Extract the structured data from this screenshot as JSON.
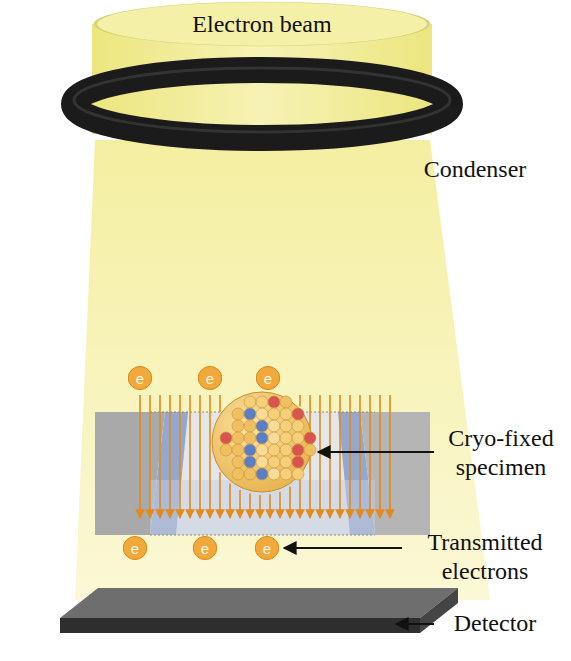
{
  "diagram": {
    "nodes": [
      {
        "text": [
          "Electron beam"
        ]
      },
      {
        "text": [
          "e"
        ]
      },
      {
        "text": [
          "e"
        ]
      },
      {
        "text": [
          "e"
        ]
      },
      {
        "text": [
          "e"
        ]
      },
      {
        "text": [
          "e"
        ]
      },
      {
        "text": [
          "e"
        ]
      }
    ],
    "labels": [
      "Condenser",
      "Cryo-fixed specimen",
      "Transmitted electrons",
      "Detector"
    ]
  }
}
